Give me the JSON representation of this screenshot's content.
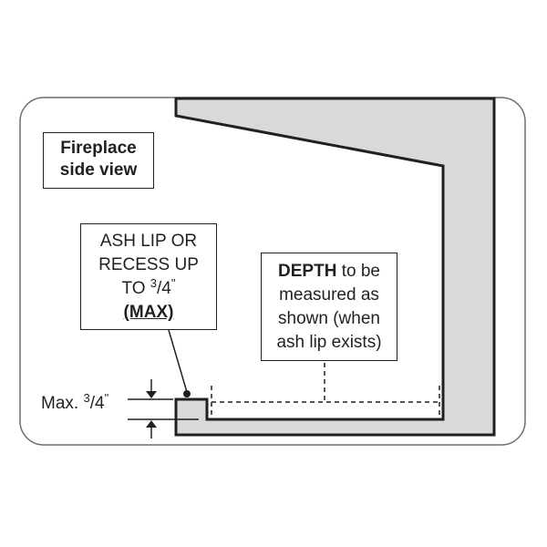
{
  "title_box": {
    "line1": "Fireplace",
    "line2": "side view"
  },
  "ash_lip_box": {
    "line1": "ASH LIP OR",
    "line2": "RECESS UP",
    "line3_prefix": "TO",
    "frac_num": "3",
    "frac_den": "/4",
    "inch": "\"",
    "line4": "(MAX)"
  },
  "depth_box": {
    "bold": "DEPTH",
    "line1_rest": " to be",
    "line2": "measured as",
    "line3": "shown (when",
    "line4": "ash lip exists)"
  },
  "dimension_label": {
    "prefix": "Max.",
    "frac_num": "3",
    "frac_den": "/4",
    "inch": "\""
  },
  "colors": {
    "wall_fill": "#d9d9d9",
    "line": "#231f20",
    "frame": "#6d6e71"
  }
}
